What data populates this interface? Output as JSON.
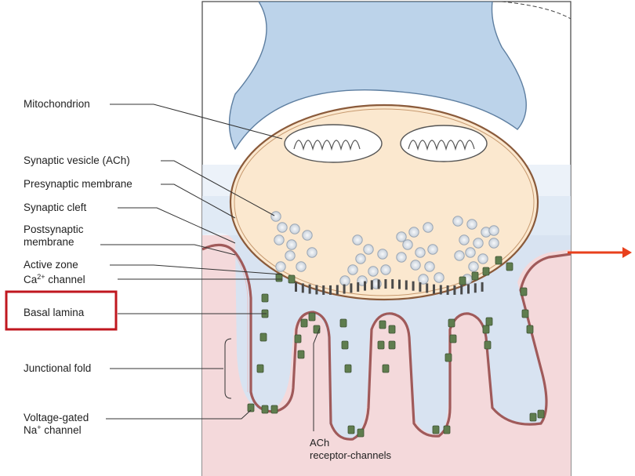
{
  "labels": {
    "mitochondrion": "Mitochondrion",
    "synaptic_vesicle": "Synaptic vesicle (ACh)",
    "presynaptic_membrane": "Presynaptic membrane",
    "synaptic_cleft": "Synaptic cleft",
    "postsynaptic_line1": "Postsynaptic",
    "postsynaptic_line2": "membrane",
    "active_zone": "Active zone",
    "ca_channel_pre": "Ca",
    "ca_channel_sup": "2+",
    "ca_channel_post": " channel",
    "basal_lamina": "Basal lamina",
    "junctional_fold": "Junctional fold",
    "na_channel_line1": "Voltage-gated",
    "na_channel_line2_pre": "Na",
    "na_channel_line2_sup": "+",
    "na_channel_line2_post": " channel",
    "ach_receptor_line1": "ACh",
    "ach_receptor_line2": "receptor-channels"
  },
  "highlight": {
    "target": "basal_lamina",
    "color": "#c0171f"
  },
  "colors": {
    "terminal_fill": "#fbe8cf",
    "terminal_outline": "#8a5a3a",
    "glial_fill": "#bcd3ea",
    "glial_outline": "#5d7ea0",
    "cleft_fill": "#d8e3f1",
    "muscle_fill": "#f4d9db",
    "postsyn_membrane": "#a05a5a",
    "channel": "#5f7d4e",
    "vesicle_fill": "#dfe4ea",
    "arrow": "#e8401c"
  }
}
